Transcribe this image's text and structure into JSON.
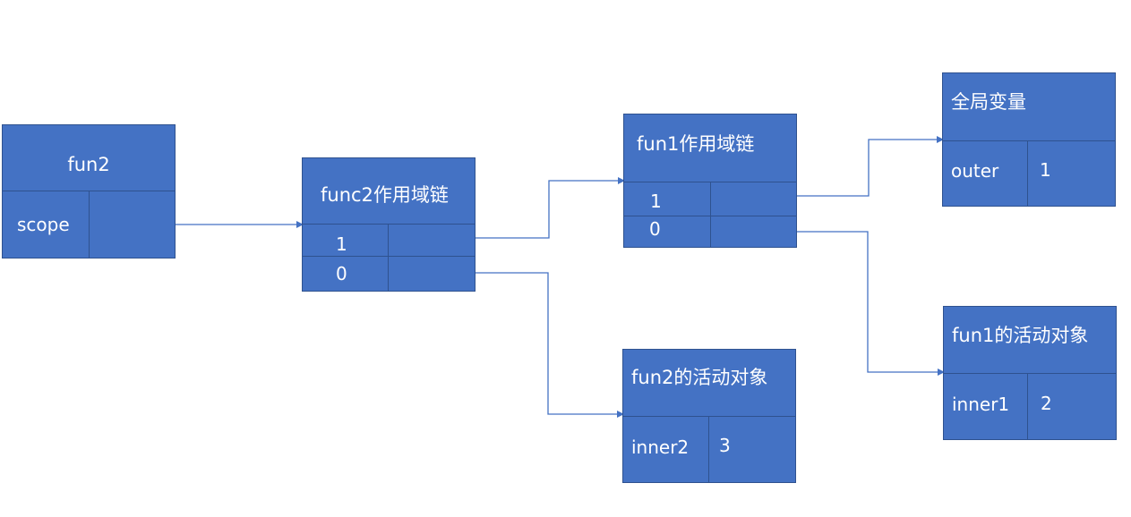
{
  "fun2": {
    "title": "fun2",
    "key": "scope",
    "value": ""
  },
  "func2_scope_chain": {
    "title": "func2作用域链",
    "rows": [
      "1",
      "0"
    ]
  },
  "fun1_scope_chain": {
    "title": "fun1作用域链",
    "rows": [
      "1",
      "0"
    ]
  },
  "global_vars": {
    "title": "全局变量",
    "key": "outer",
    "value": "1"
  },
  "fun1_activation": {
    "title": "fun1的活动对象",
    "key": "inner1",
    "value": "2"
  },
  "fun2_activation": {
    "title": "fun2的活动对象",
    "key": "inner2",
    "value": "3"
  },
  "colors": {
    "box_fill": "#4472C4",
    "box_border": "#2F528F",
    "arrow": "#4472C4",
    "text": "#ffffff"
  }
}
